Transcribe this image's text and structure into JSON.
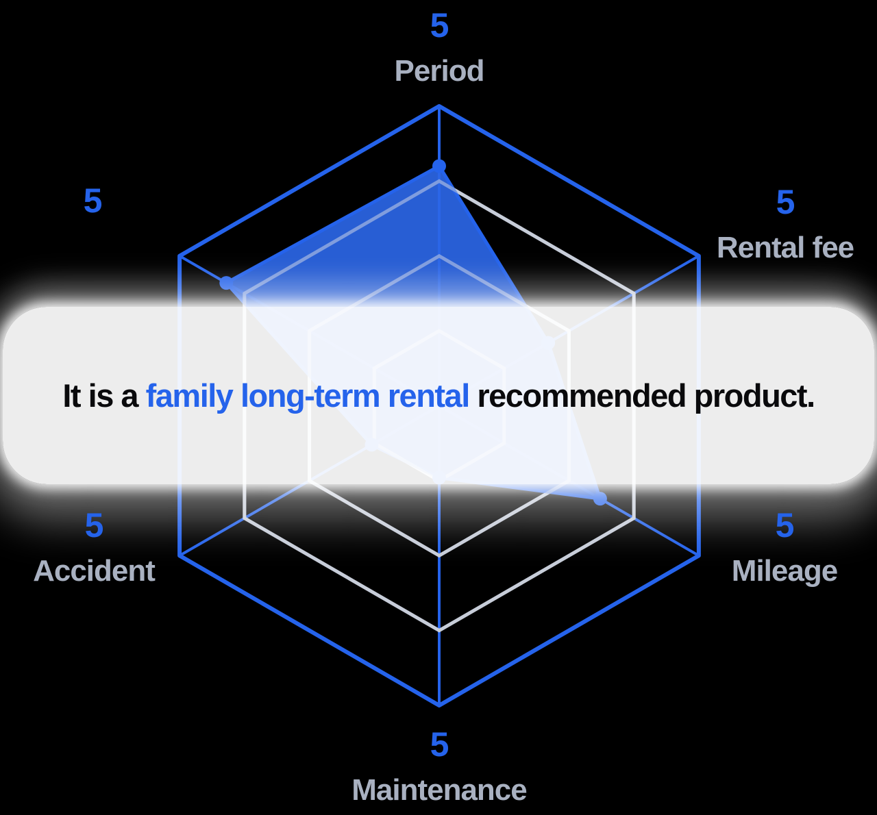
{
  "banner": {
    "text_prefix": "It is a ",
    "text_highlight": "family long-term rental",
    "text_suffix": " recommended product.",
    "highlight_color": "#2563eb"
  },
  "chart_data": {
    "type": "radar",
    "title": "",
    "scale_max": 5,
    "grid_rings": [
      1.25,
      2.5,
      3.75,
      5
    ],
    "legend_position": "none",
    "axes": [
      {
        "position": "top",
        "label": "Period",
        "max_label": "5",
        "value": 4.0
      },
      {
        "position": "upper-right",
        "label": "Rental fee",
        "max_label": "5",
        "value": 2.1
      },
      {
        "position": "lower-right",
        "label": "Mileage",
        "max_label": "5",
        "value": 3.1
      },
      {
        "position": "bottom",
        "label": "Maintenance",
        "max_label": "5",
        "value": 1.2
      },
      {
        "position": "lower-left",
        "label": "Accident",
        "max_label": "5",
        "value": 1.3
      },
      {
        "position": "upper-left",
        "label": "",
        "max_label": "5",
        "value": 4.1
      }
    ],
    "colors": {
      "outline": "#2563eb",
      "fill": "#2b66e6",
      "grid": "#c7cdd9",
      "value_label": "#2563eb",
      "category_label": "#a9b1c1"
    }
  }
}
